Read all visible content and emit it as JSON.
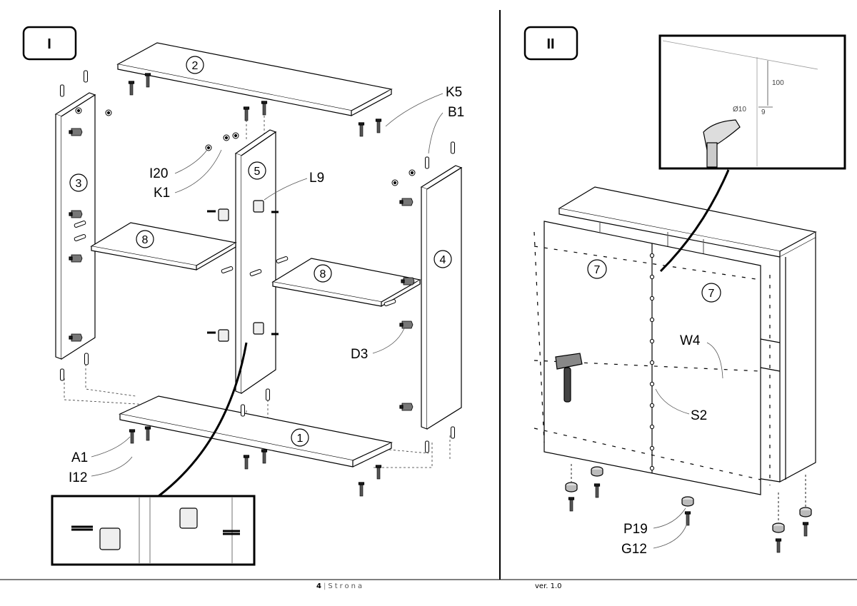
{
  "steps": [
    {
      "label": "I"
    },
    {
      "label": "II"
    }
  ],
  "panels": {
    "p1": "1",
    "p2": "2",
    "p3": "3",
    "p4": "4",
    "p5": "5",
    "p8a": "8",
    "p8b": "8",
    "p7a": "7",
    "p7b": "7"
  },
  "hardware_step1": {
    "k5": "K5",
    "b1": "B1",
    "i20": "I20",
    "k1": "K1",
    "l9": "L9",
    "d3": "D3",
    "a1": "A1",
    "i12": "I12"
  },
  "hardware_step2": {
    "w4": "W4",
    "s2": "S2",
    "p19": "P19",
    "g12": "G12"
  },
  "detail_dims": {
    "depth": "100",
    "diameter": "Ø10",
    "offset": "9"
  },
  "footer": {
    "page_number": "4",
    "separator": "|",
    "page_word": "Strona",
    "version": "ver. 1.0"
  }
}
